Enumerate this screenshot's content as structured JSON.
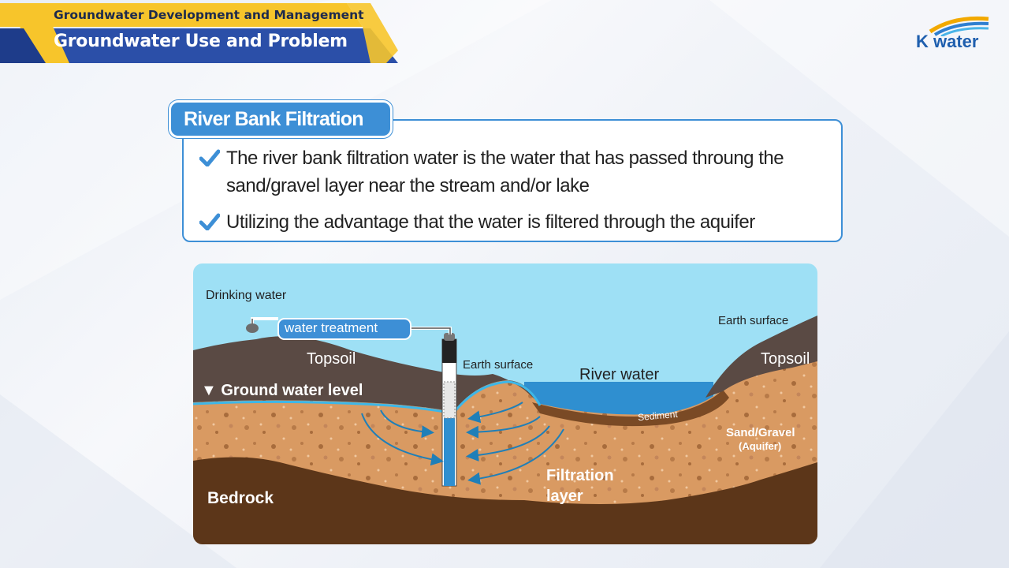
{
  "header": {
    "subtitle": "Groundwater Development and Management",
    "title": "Groundwater Use and Problem"
  },
  "logo": {
    "text": "K water"
  },
  "info": {
    "tab_label": "River Bank Filtration",
    "bullets": [
      "The river bank filtration water is the water that has passed throung the sand/gravel layer near the stream and/or lake",
      "Utilizing the advantage that the water is filtered through the aquifer"
    ]
  },
  "diagram": {
    "labels": {
      "drinking_water": "Drinking water",
      "water_treatment": "water treatment",
      "topsoil_left": "Topsoil",
      "ground_water_level": "▼ Ground water level",
      "earth_surface_mid": "Earth surface",
      "river_water": "River water",
      "earth_surface_right": "Earth surface",
      "topsoil_right": "Topsoil",
      "sediment": "Sediment",
      "sand_gravel": "Sand/Gravel",
      "aquifer": "(Aquifer)",
      "filtration": "Filtration",
      "layer": "layer",
      "bedrock": "Bedrock"
    },
    "colors": {
      "sky": "#9ee0f5",
      "topsoil": "#5a4a44",
      "aquifer": "#d99a62",
      "bedrock": "#5c3619",
      "river": "#2f8fd0",
      "arrow": "#1f7fb8"
    }
  }
}
